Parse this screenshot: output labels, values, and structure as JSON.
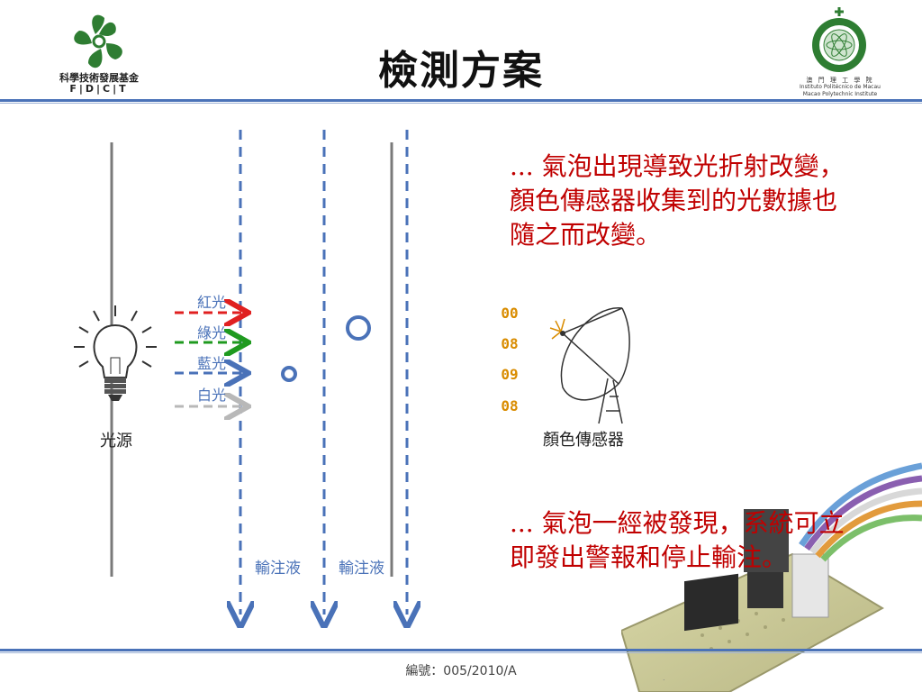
{
  "slide": {
    "title": "檢測方案",
    "footer": "編號：005/2010/A"
  },
  "logos": {
    "left": {
      "name": "科學技術發展基金",
      "abbr": "F|D|C|T"
    },
    "right": {
      "line1": "澳 門 理 工 學 院",
      "line2": "Instituto Politécnico de Macau",
      "line3": "Macao Polytechnic Institute"
    }
  },
  "diagram": {
    "light_labels": {
      "red": "紅光",
      "green": "綠光",
      "blue": "藍光",
      "white": "白光"
    },
    "source_label": "光源",
    "fluid_label_1": "輸注液",
    "fluid_label_2": "輸注液",
    "sensor_label": "顏色傳感器",
    "digit_rows": [
      "00",
      "08",
      "09",
      "08"
    ]
  },
  "text": {
    "para1": "... 氣泡出現導致光折射改變，顏色傳感器收集到的光數據也隨之而改變。",
    "para2": "... 氣泡一經被發現，系統可立即發出警報和停止輸注。"
  },
  "colors": {
    "accent": "#4a72b8",
    "text_red": "#c00000",
    "red_ray": "#e02020",
    "green_ray": "#1f9a1f",
    "blue_ray": "#4a72b8",
    "white_ray": "#b8b8b8"
  },
  "icons": {
    "bulb": "light-bulb-icon",
    "sensor": "satellite-dish-icon",
    "bubble": "bubble-icon"
  }
}
